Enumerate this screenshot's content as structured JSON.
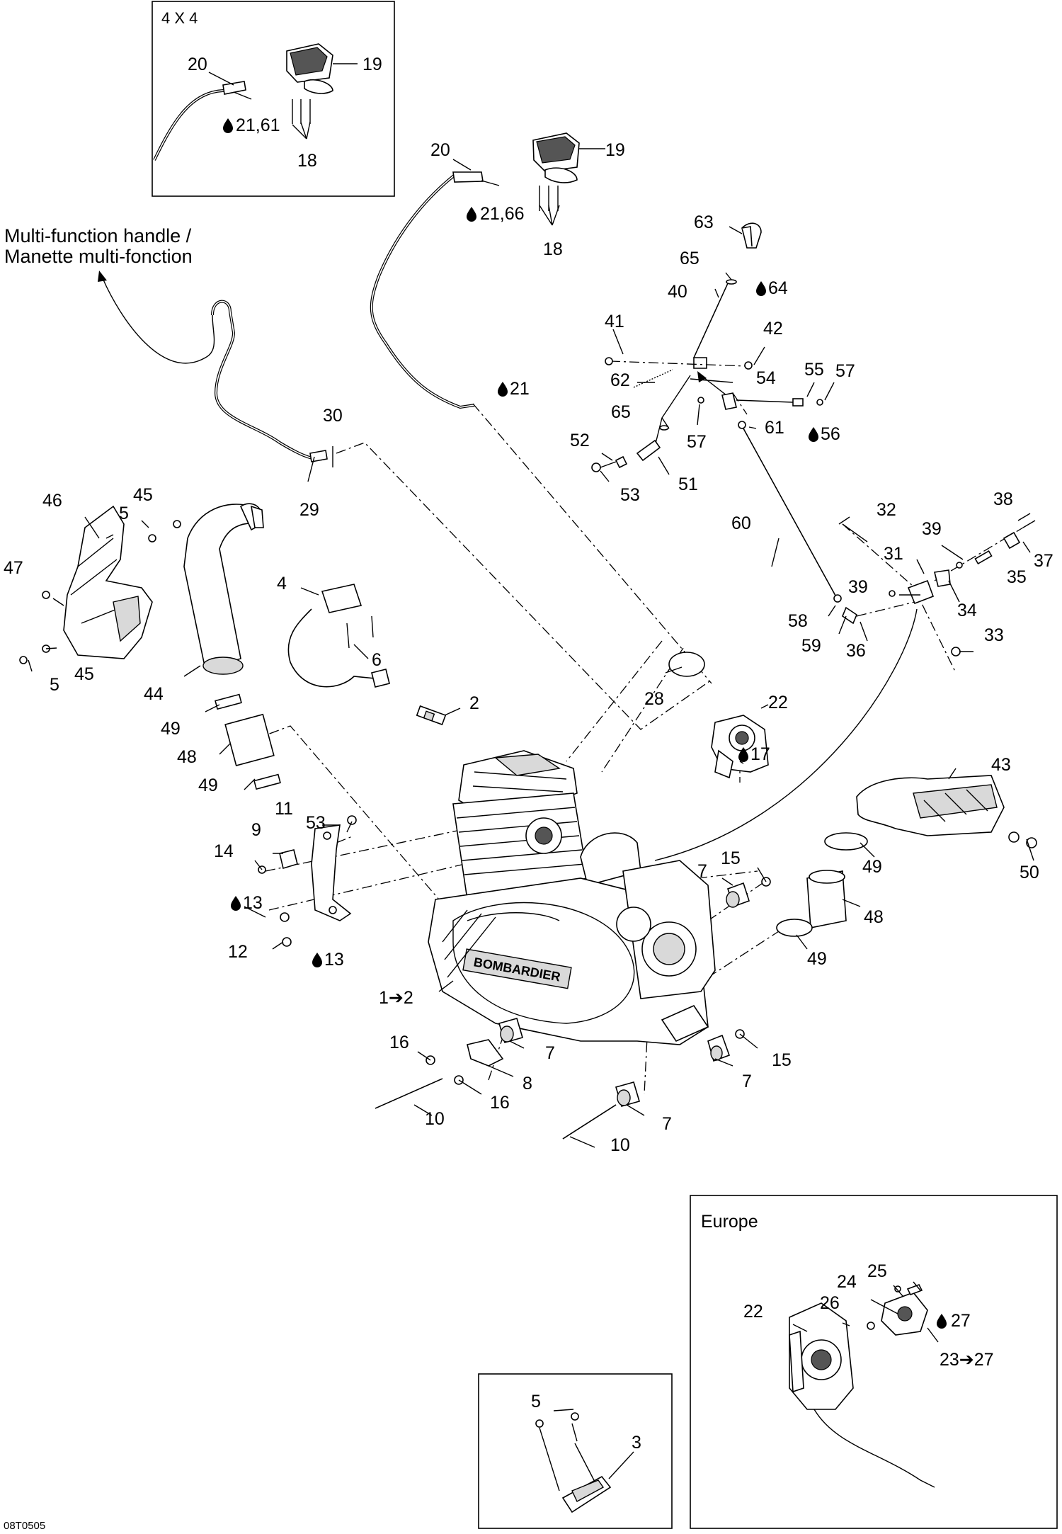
{
  "insets": {
    "four_by_four": "4 X 4",
    "europe": "Europe"
  },
  "notes": {
    "multi_function_handle_en": "Multi-function handle /",
    "multi_function_handle_fr": "Manette multi-fonction"
  },
  "drawing_code": "08T0505",
  "labels": {
    "l20a": "20",
    "l19a": "19",
    "l21_61": "21,61",
    "l18a": "18",
    "l20b": "20",
    "l19b": "19",
    "l21_66": "21,66",
    "l18b": "18",
    "l63": "63",
    "l65a": "65",
    "l64": "64",
    "l40": "40",
    "l41": "41",
    "l42": "42",
    "l62": "62",
    "l54": "54",
    "l55": "55",
    "l57a": "57",
    "l21b": "21",
    "l65b": "65",
    "l61": "61",
    "l56": "56",
    "l52": "52",
    "l57b": "57",
    "l53a": "53",
    "l51": "51",
    "l30": "30",
    "l29": "29",
    "l46": "46",
    "l45a": "45",
    "l5a": "5",
    "l47": "47",
    "l5b": "5",
    "l45b": "45",
    "l44": "44",
    "l49a": "49",
    "l48a": "48",
    "l49b": "49",
    "l4": "4",
    "l6": "6",
    "l2": "2",
    "l60": "60",
    "l32": "32",
    "l38": "38",
    "l39a": "39",
    "l37": "37",
    "l31": "31",
    "l35": "35",
    "l39b": "39",
    "l34": "34",
    "l58": "58",
    "l59": "59",
    "l36": "36",
    "l33": "33",
    "l28": "28",
    "l22a": "22",
    "l17": "17",
    "l43": "43",
    "l53b": "53",
    "l11": "11",
    "l9": "9",
    "l14": "14",
    "l13a": "13",
    "l12": "12",
    "l13b": "13",
    "l15a": "15",
    "l7a": "7",
    "l49c": "49",
    "l50": "50",
    "l48b": "48",
    "l49d": "49",
    "l1_2": "1➔2",
    "l16a": "16",
    "l7b": "7",
    "l8": "8",
    "l16b": "16",
    "l15b": "15",
    "l7c": "7",
    "l10a": "10",
    "l7d": "7",
    "l10b": "10",
    "l24": "24",
    "l25": "25",
    "l26": "26",
    "l27": "27",
    "l22b": "22",
    "l23_27": "23➔27",
    "l5c": "5",
    "l3": "3",
    "brand": "BOMBARDIER"
  },
  "icons": {
    "lubricant": "droplet-icon"
  }
}
